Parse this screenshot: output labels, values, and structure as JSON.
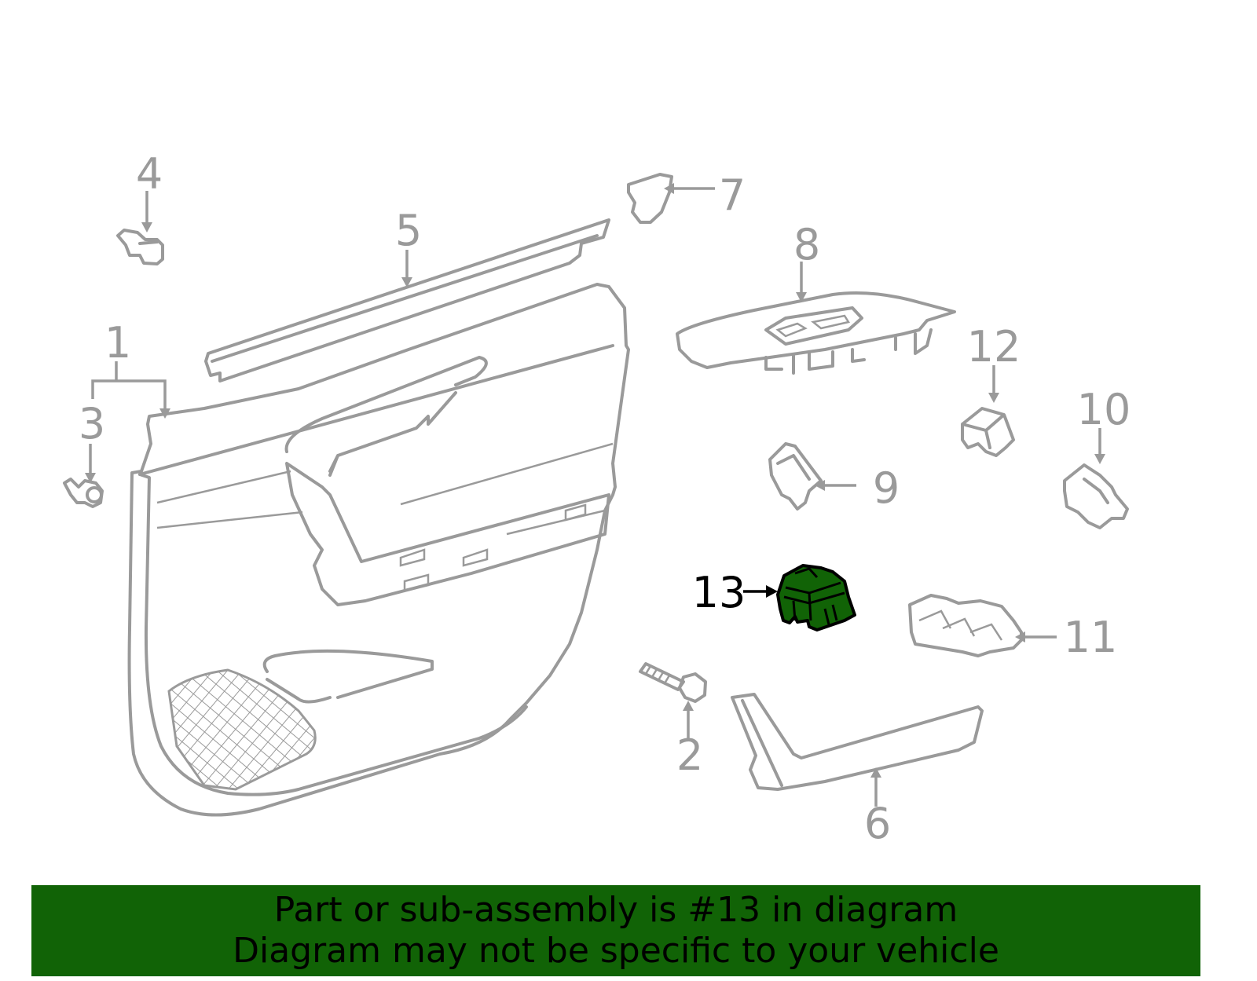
{
  "diagram": {
    "callouts": [
      "1",
      "2",
      "3",
      "4",
      "5",
      "6",
      "7",
      "8",
      "9",
      "10",
      "11",
      "12",
      "13"
    ],
    "highlighted_part": "13",
    "highlight_color": "#116306",
    "line_color": "#9a9a9a"
  },
  "banner": {
    "line1": "Part or sub-assembly is #13 in diagram",
    "line2": "Diagram may not be specific to your vehicle",
    "background": "#116306"
  }
}
